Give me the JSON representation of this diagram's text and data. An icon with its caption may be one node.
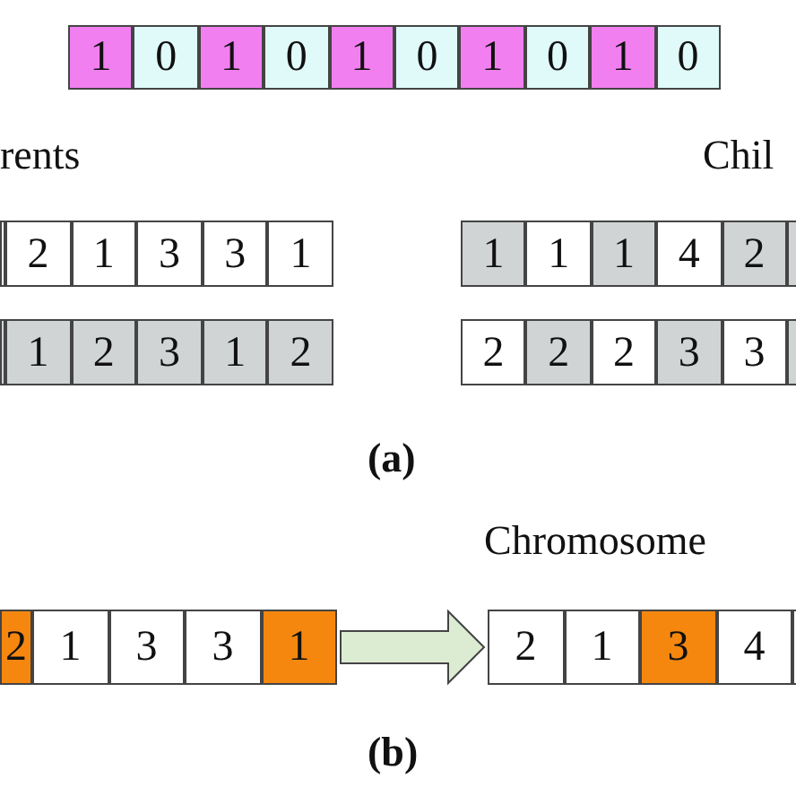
{
  "diagram": {
    "nodes": [
      {
        "text": [
          "1"
        ]
      },
      {
        "text": [
          "0"
        ]
      },
      {
        "text": [
          "1"
        ]
      },
      {
        "text": [
          "0"
        ]
      },
      {
        "text": [
          "1"
        ]
      },
      {
        "text": [
          "0"
        ]
      },
      {
        "text": [
          "1"
        ]
      },
      {
        "text": [
          "0"
        ]
      },
      {
        "text": [
          "1"
        ]
      },
      {
        "text": [
          "0"
        ]
      },
      {
        "text": [],
        "shape": "box"
      },
      {
        "text": [
          "2"
        ]
      },
      {
        "text": [
          "1"
        ]
      },
      {
        "text": [
          "3"
        ]
      },
      {
        "text": [
          "3"
        ]
      },
      {
        "text": [
          "1"
        ]
      },
      {
        "text": [
          "1"
        ]
      },
      {
        "text": [
          "1"
        ]
      },
      {
        "text": [
          "1"
        ]
      },
      {
        "text": [
          "4"
        ]
      },
      {
        "text": [
          "2"
        ]
      },
      {
        "text": [],
        "shape": "box"
      },
      {
        "text": [],
        "shape": "box"
      },
      {
        "text": [
          "1"
        ]
      },
      {
        "text": [
          "2"
        ]
      },
      {
        "text": [
          "3"
        ]
      },
      {
        "text": [
          "1"
        ]
      },
      {
        "text": [
          "2"
        ]
      },
      {
        "text": [
          "2"
        ]
      },
      {
        "text": [
          "2"
        ]
      },
      {
        "text": [
          "2"
        ]
      },
      {
        "text": [
          "3"
        ]
      },
      {
        "text": [
          "3"
        ]
      },
      {
        "text": [],
        "shape": "box"
      },
      {
        "text": [
          "2"
        ]
      },
      {
        "text": [
          "1"
        ]
      },
      {
        "text": [
          "3"
        ]
      },
      {
        "text": [
          "3"
        ]
      },
      {
        "text": [
          "1"
        ]
      },
      {
        "text": [
          "2"
        ]
      },
      {
        "text": [
          "1"
        ]
      },
      {
        "text": [
          "3"
        ]
      },
      {
        "text": [
          "4"
        ]
      },
      {
        "text": [],
        "shape": "box"
      }
    ],
    "edges": [
      {
        "from": 38,
        "to": 39,
        "arrow": "to"
      }
    ],
    "labels": [
      "rents",
      "Chil",
      "(a)",
      "Chromosome",
      "(b)"
    ]
  }
}
